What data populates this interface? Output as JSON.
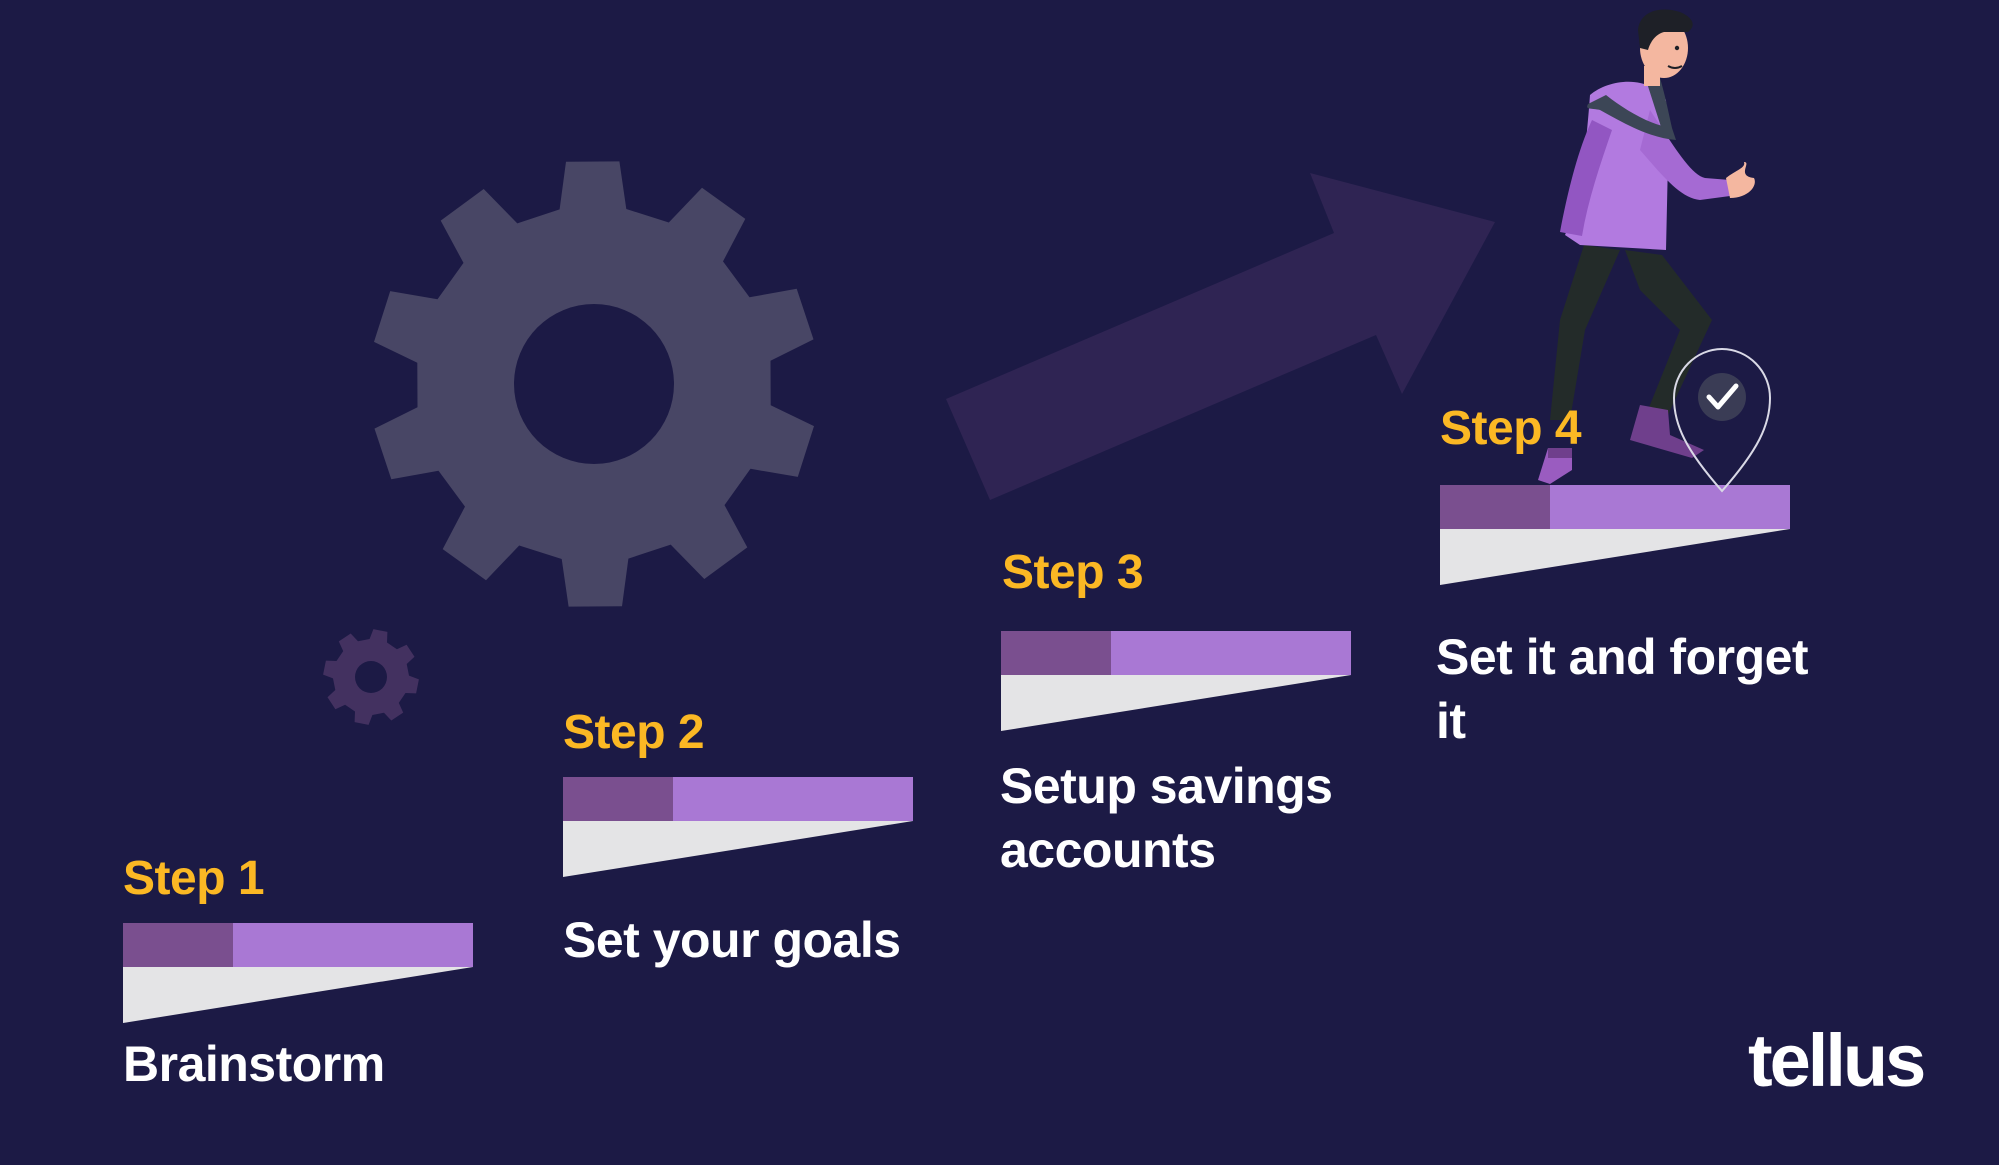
{
  "brand": {
    "logo_text": "tellus"
  },
  "colors": {
    "background": "#1c1a45",
    "step_heading": "#fbb824",
    "step_label": "#ffffff",
    "stair_dark": "#7a4f8f",
    "stair_light": "#a978d4",
    "stair_front": "#e4e4e6",
    "gear": "#484665",
    "small_gear": "#433160",
    "arrow": "#2f2453"
  },
  "steps": [
    {
      "heading": "Step 1",
      "label": "Brainstorm"
    },
    {
      "heading": "Step 2",
      "label": "Set your goals"
    },
    {
      "heading": "Step 3",
      "label": "Setup savings accounts"
    },
    {
      "heading": "Step 4",
      "label": "Set it and forget it"
    }
  ],
  "icons": [
    "large-gear-icon",
    "small-gear-icon",
    "upward-arrow-icon",
    "runner-illustration",
    "location-check-pin-icon"
  ]
}
